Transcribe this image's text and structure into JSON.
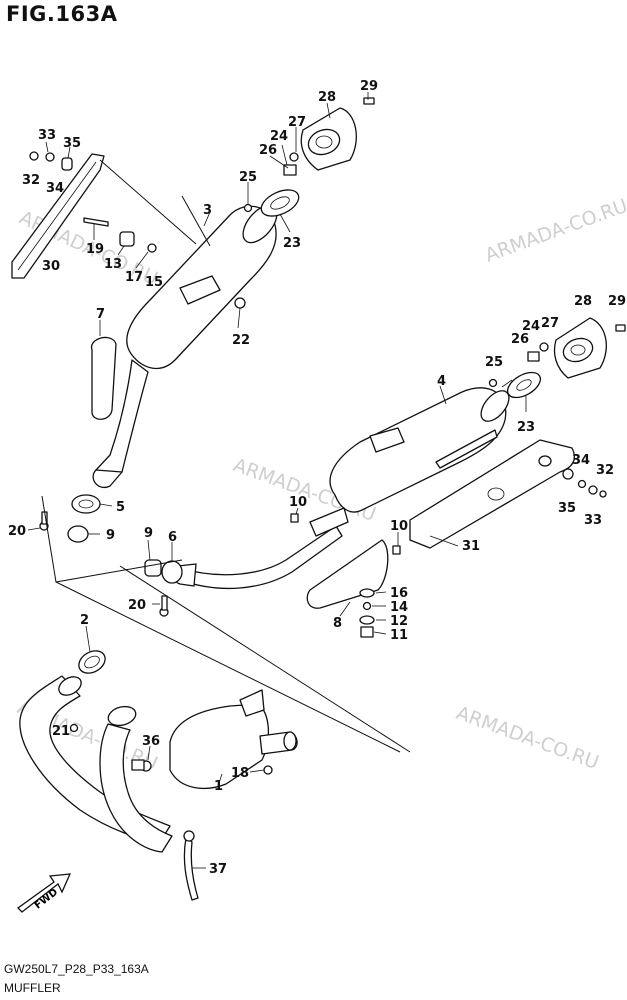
{
  "figure": {
    "title": "FIG.163A"
  },
  "footer": {
    "code": "GW250L7_P28_P33_163A",
    "name": "MUFFLER"
  },
  "watermark": {
    "text": "ARMADA-CO.RU"
  },
  "fwd_arrow": {
    "label": "FWD"
  },
  "callouts": [
    {
      "id": "c29a",
      "label": "29"
    },
    {
      "id": "c28a",
      "label": "28"
    },
    {
      "id": "c27a",
      "label": "27"
    },
    {
      "id": "c24a",
      "label": "24"
    },
    {
      "id": "c26a",
      "label": "26"
    },
    {
      "id": "c25a",
      "label": "25"
    },
    {
      "id": "c33a",
      "label": "33"
    },
    {
      "id": "c35a",
      "label": "35"
    },
    {
      "id": "c32a",
      "label": "32"
    },
    {
      "id": "c34a",
      "label": "34"
    },
    {
      "id": "c3",
      "label": "3"
    },
    {
      "id": "c23a",
      "label": "23"
    },
    {
      "id": "c19",
      "label": "19"
    },
    {
      "id": "c13",
      "label": "13"
    },
    {
      "id": "c17",
      "label": "17"
    },
    {
      "id": "c15",
      "label": "15"
    },
    {
      "id": "c30",
      "label": "30"
    },
    {
      "id": "c22",
      "label": "22"
    },
    {
      "id": "c7",
      "label": "7"
    },
    {
      "id": "c28b",
      "label": "28"
    },
    {
      "id": "c29b",
      "label": "29"
    },
    {
      "id": "c24b",
      "label": "24"
    },
    {
      "id": "c27b",
      "label": "27"
    },
    {
      "id": "c26b",
      "label": "26"
    },
    {
      "id": "c25b",
      "label": "25"
    },
    {
      "id": "c4",
      "label": "4"
    },
    {
      "id": "c23b",
      "label": "23"
    },
    {
      "id": "c34b",
      "label": "34"
    },
    {
      "id": "c32b",
      "label": "32"
    },
    {
      "id": "c35b",
      "label": "35"
    },
    {
      "id": "c33b",
      "label": "33"
    },
    {
      "id": "c5",
      "label": "5"
    },
    {
      "id": "c10a",
      "label": "10"
    },
    {
      "id": "c20a",
      "label": "20"
    },
    {
      "id": "c9a",
      "label": "9"
    },
    {
      "id": "c10b",
      "label": "10"
    },
    {
      "id": "c31",
      "label": "31"
    },
    {
      "id": "c9b",
      "label": "9"
    },
    {
      "id": "c6",
      "label": "6"
    },
    {
      "id": "c16",
      "label": "16"
    },
    {
      "id": "c14",
      "label": "14"
    },
    {
      "id": "c20b",
      "label": "20"
    },
    {
      "id": "c8",
      "label": "8"
    },
    {
      "id": "c12",
      "label": "12"
    },
    {
      "id": "c11",
      "label": "11"
    },
    {
      "id": "c2",
      "label": "2"
    },
    {
      "id": "c21",
      "label": "21"
    },
    {
      "id": "c36",
      "label": "36"
    },
    {
      "id": "c18",
      "label": "18"
    },
    {
      "id": "c1",
      "label": "1"
    },
    {
      "id": "c37",
      "label": "37"
    }
  ]
}
